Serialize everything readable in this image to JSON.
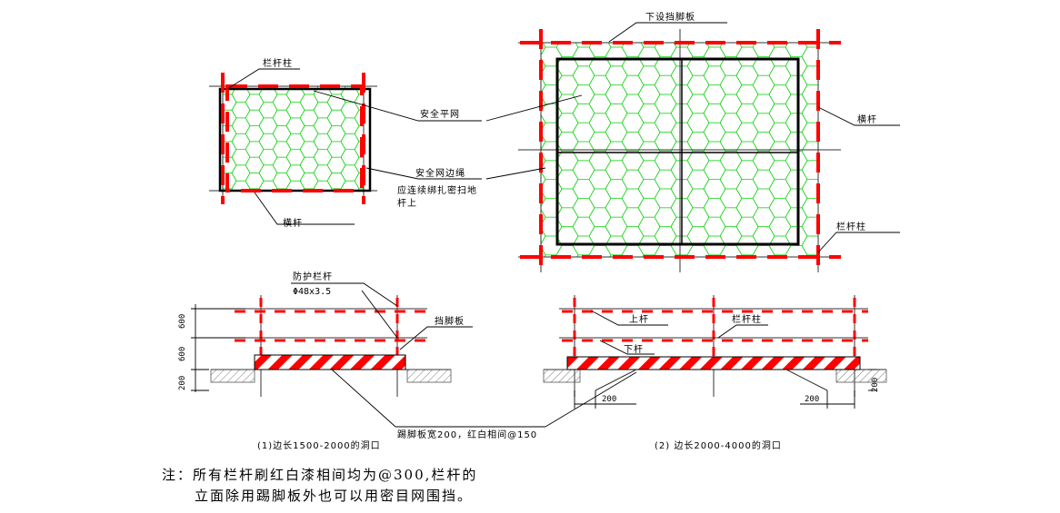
{
  "labels": {
    "post_small": "栏杆柱",
    "safety_net": "安全平网",
    "net_edge_rope": "安全网边绳",
    "net_tie_line1": "应连续绑扎密扫地",
    "net_tie_line2": "杆上",
    "crossbar_small": "横杆",
    "toeboard_top": "下设挡脚板",
    "crossbar_large": "横杆",
    "post_large": "栏杆柱",
    "guardrail": "防护栏杆",
    "pipe_spec": "Φ48x3.5",
    "toeboard": "挡脚板",
    "upper_rail": "上杆",
    "post_elev": "栏杆柱",
    "lower_rail": "下杆",
    "kickboard_note": "踢脚板宽200，红白相间@150"
  },
  "dimensions": {
    "d600_top": "600",
    "d600_bottom": "600",
    "d200_left": "200",
    "d200_a": "200",
    "d200_b": "200",
    "d200_right": "200"
  },
  "captions": {
    "left": "(1)边长1500-2000的洞口",
    "right": "(2) 边长2000-4000的洞口"
  },
  "note": {
    "line1": "注：所有栏杆刷红白漆相间均为@300,栏杆的",
    "line2": "立面除用踢脚板外也可以用密目网围挡。"
  },
  "colors": {
    "net": "#00cc00",
    "paint_red": "#ff0000",
    "outline": "#000000",
    "hatch": "#888888"
  }
}
